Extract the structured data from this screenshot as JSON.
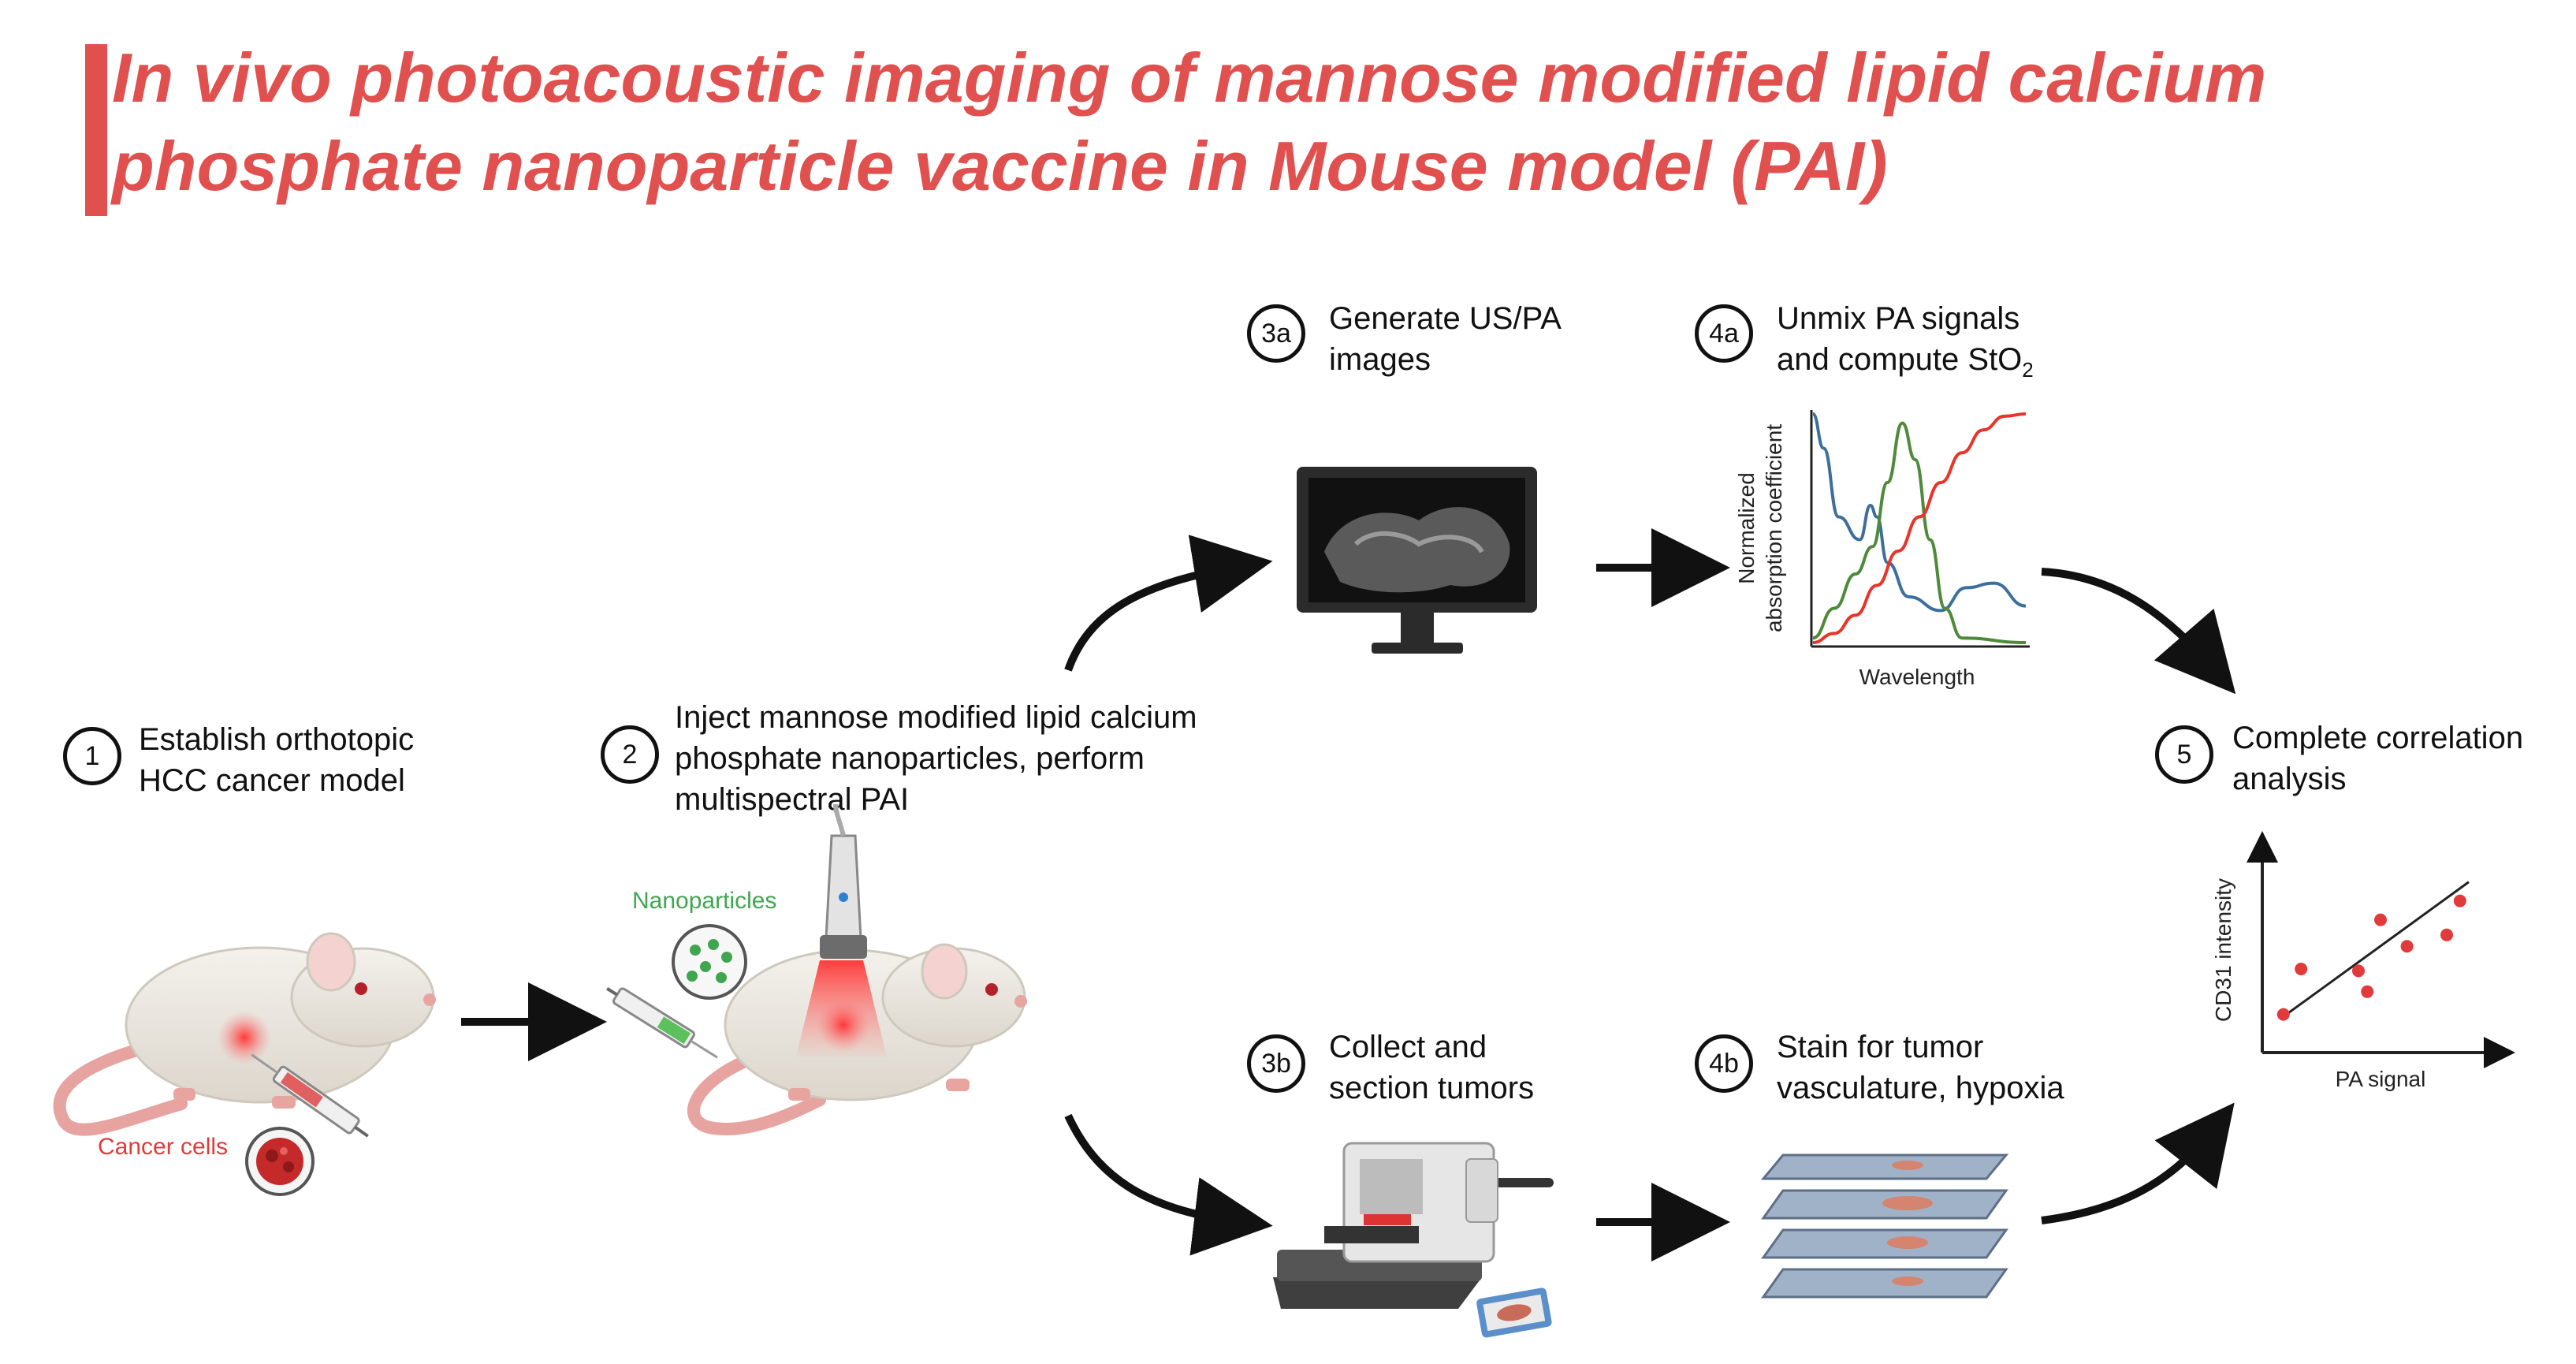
{
  "title": {
    "line1": "In vivo photoacoustic imaging of mannose modified lipid calcium",
    "line2": "phosphate nanoparticle vaccine in Mouse model (PAI)"
  },
  "colors": {
    "title": "#e0504f",
    "tumor_red": "#e23a3a",
    "nanoparticle_green": "#3fa64f",
    "hemoglobin_red": "#e8342a",
    "oxy_green": "#4f8a3a",
    "deoxy_blue": "#3d6f9c"
  },
  "steps": {
    "s1": {
      "num": "1",
      "line1": "Establish orthotopic",
      "line2": "HCC cancer model"
    },
    "s2": {
      "num": "2",
      "line1": "Inject mannose modified lipid calcium",
      "line2": "phosphate nanoparticles, perform",
      "line3": "multispectral PAI"
    },
    "s3a": {
      "num": "3a",
      "line1": "Generate US/PA",
      "line2": "images"
    },
    "s4a": {
      "num": "4a",
      "line1": "Unmix PA signals",
      "line2": "and compute StO",
      "line2_sub": "2"
    },
    "s3b": {
      "num": "3b",
      "line1": "Collect and",
      "line2": "section tumors"
    },
    "s4b": {
      "num": "4b",
      "line1": "Stain for tumor",
      "line2": "vasculature, hypoxia"
    },
    "s5": {
      "num": "5",
      "line1": "Complete correlation",
      "line2": "analysis"
    }
  },
  "labels": {
    "cancer_cells": "Cancer cells",
    "nanoparticles": "Nanoparticles"
  },
  "chart_data": [
    {
      "type": "line",
      "xlabel": "Wavelength",
      "ylabel_line1": "Normalized",
      "ylabel_line2": "absorption coefficient",
      "series": [
        {
          "color": "#3d6f9c",
          "x": [
            0,
            0.05,
            0.12,
            0.22,
            0.27,
            0.3,
            0.35,
            0.45,
            0.6,
            0.72,
            0.85,
            1
          ],
          "y": [
            1,
            0.85,
            0.55,
            0.45,
            0.6,
            0.55,
            0.35,
            0.2,
            0.14,
            0.24,
            0.26,
            0.16
          ]
        },
        {
          "color": "#4f8a3a",
          "x": [
            0,
            0.1,
            0.2,
            0.28,
            0.35,
            0.42,
            0.48,
            0.55,
            0.62,
            0.7,
            1
          ],
          "y": [
            0.02,
            0.15,
            0.3,
            0.42,
            0.7,
            0.96,
            0.8,
            0.45,
            0.15,
            0.02,
            0
          ]
        },
        {
          "color": "#e8342a",
          "x": [
            0,
            0.1,
            0.2,
            0.3,
            0.4,
            0.5,
            0.6,
            0.7,
            0.8,
            0.9,
            1
          ],
          "y": [
            0,
            0.04,
            0.12,
            0.25,
            0.4,
            0.55,
            0.7,
            0.83,
            0.93,
            0.99,
            1
          ]
        }
      ]
    },
    {
      "type": "scatter",
      "xlabel": "PA signal",
      "ylabel": "CD31 intensity",
      "points": [
        [
          0.06,
          0.16
        ],
        [
          0.14,
          0.4
        ],
        [
          0.4,
          0.39
        ],
        [
          0.44,
          0.28
        ],
        [
          0.5,
          0.66
        ],
        [
          0.62,
          0.52
        ],
        [
          0.8,
          0.58
        ],
        [
          0.86,
          0.76
        ]
      ],
      "trend": [
        [
          0.05,
          0.14
        ],
        [
          0.9,
          0.86
        ]
      ]
    }
  ]
}
